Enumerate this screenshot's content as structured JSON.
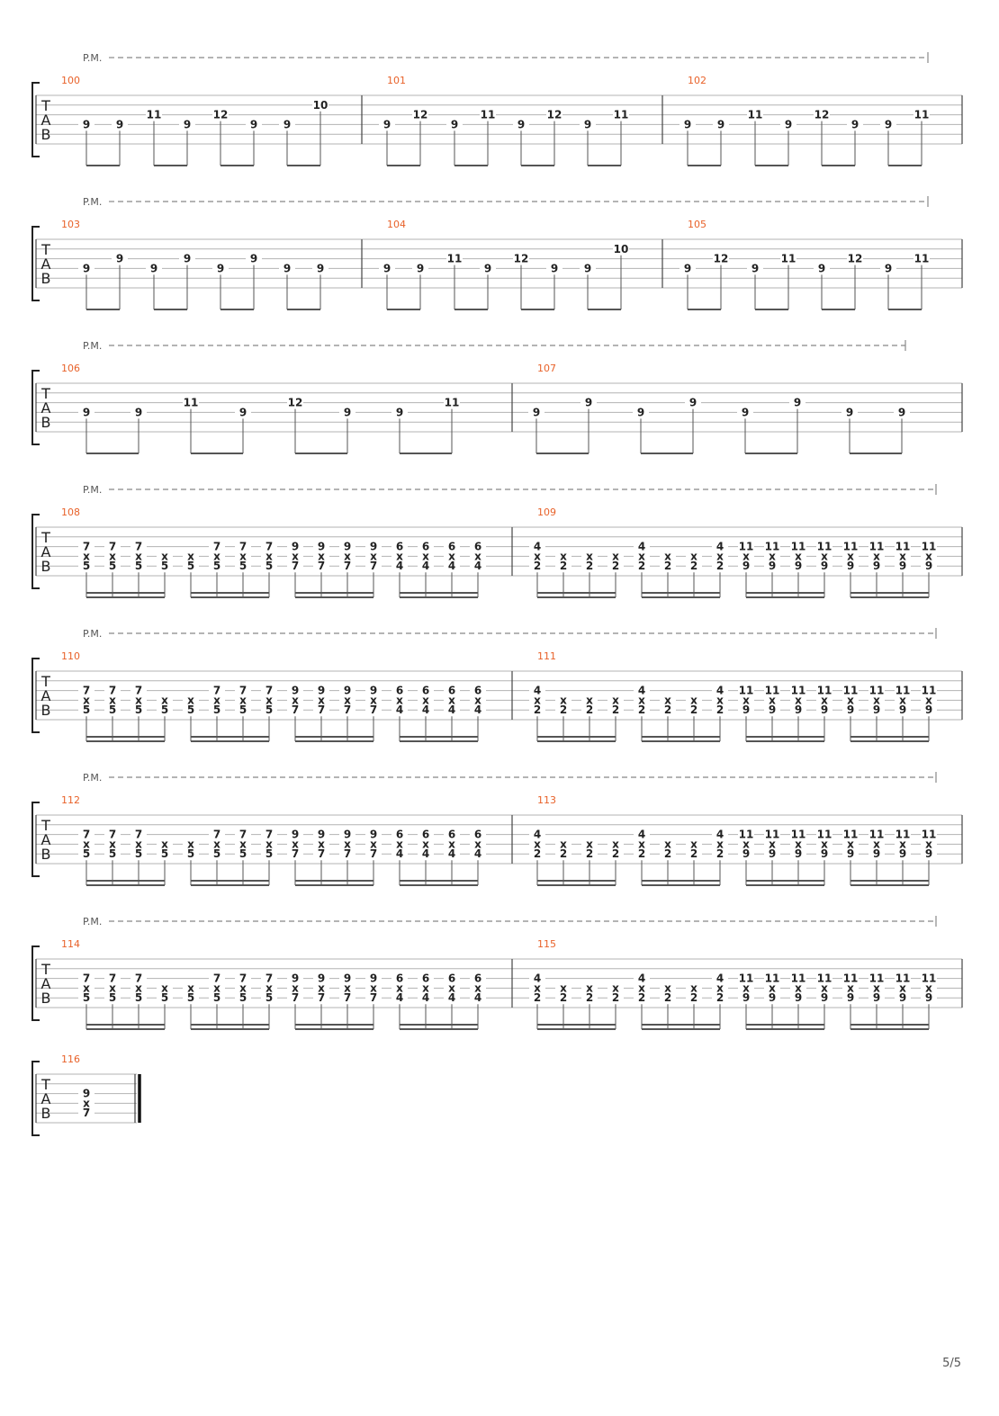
{
  "page_number": "5/5",
  "colors": {
    "bar_number": "#e8622a",
    "staff_line": "#b3b3b3",
    "ink": "#222222",
    "pm": "#555555"
  },
  "pm_label": "P.M.",
  "tab_letters": [
    "T",
    "A",
    "B"
  ],
  "systems": [
    {
      "palm_mute": true,
      "bars": [
        {
          "number": "100",
          "notes": [
            [
              "9"
            ],
            [
              "9"
            ],
            [
              "11"
            ],
            [
              "9"
            ],
            [
              "12"
            ],
            [
              "9"
            ],
            [
              "9"
            ],
            [
              "10"
            ]
          ],
          "strings": [
            4,
            4,
            3,
            4,
            3,
            4,
            4,
            2
          ]
        },
        {
          "number": "101",
          "notes": [
            [
              "9"
            ],
            [
              "12"
            ],
            [
              "9"
            ],
            [
              "11"
            ],
            [
              "9"
            ],
            [
              "12"
            ],
            [
              "9"
            ],
            [
              "11"
            ]
          ],
          "strings": [
            4,
            3,
            4,
            3,
            4,
            3,
            4,
            3
          ]
        },
        {
          "number": "102",
          "notes": [
            [
              "9"
            ],
            [
              "9"
            ],
            [
              "11"
            ],
            [
              "9"
            ],
            [
              "12"
            ],
            [
              "9"
            ],
            [
              "9"
            ],
            [
              "11"
            ]
          ],
          "strings": [
            4,
            4,
            3,
            4,
            3,
            4,
            4,
            3
          ]
        }
      ]
    },
    {
      "palm_mute": true,
      "bars": [
        {
          "number": "103",
          "notes": [
            [
              "9"
            ],
            [
              "9"
            ],
            [
              "9"
            ],
            [
              "9"
            ],
            [
              "9"
            ],
            [
              "9"
            ],
            [
              "9"
            ],
            [
              "9"
            ]
          ],
          "strings": [
            4,
            3,
            4,
            3,
            4,
            3,
            4,
            4
          ]
        },
        {
          "number": "104",
          "notes": [
            [
              "9"
            ],
            [
              "9"
            ],
            [
              "11"
            ],
            [
              "9"
            ],
            [
              "12"
            ],
            [
              "9"
            ],
            [
              "9"
            ],
            [
              "10"
            ]
          ],
          "strings": [
            4,
            4,
            3,
            4,
            3,
            4,
            4,
            2
          ]
        },
        {
          "number": "105",
          "notes": [
            [
              "9"
            ],
            [
              "12"
            ],
            [
              "9"
            ],
            [
              "11"
            ],
            [
              "9"
            ],
            [
              "12"
            ],
            [
              "9"
            ],
            [
              "11"
            ]
          ],
          "strings": [
            4,
            3,
            4,
            3,
            4,
            3,
            4,
            3
          ]
        }
      ]
    },
    {
      "palm_mute": true,
      "bars": [
        {
          "number": "106",
          "notes": [
            [
              "9"
            ],
            [
              "9"
            ],
            [
              "11"
            ],
            [
              "9"
            ],
            [
              "12"
            ],
            [
              "9"
            ],
            [
              "9"
            ],
            [
              "11"
            ]
          ],
          "strings": [
            4,
            4,
            3,
            4,
            3,
            4,
            4,
            3
          ]
        },
        {
          "number": "107",
          "notes": [
            [
              "9"
            ],
            [
              "9"
            ],
            [
              "9"
            ],
            [
              "9"
            ],
            [
              "9"
            ],
            [
              "9"
            ],
            [
              "9"
            ],
            [
              "9"
            ]
          ],
          "strings": [
            4,
            3,
            4,
            3,
            4,
            3,
            4,
            4
          ]
        }
      ]
    },
    {
      "palm_mute": true,
      "bars": [
        {
          "number": "108",
          "notes": [
            [
              "7",
              "x",
              "5"
            ],
            [
              "7",
              "x",
              "5"
            ],
            [
              "7",
              "x",
              "5"
            ],
            [
              "x",
              "5"
            ],
            [
              "x",
              "5"
            ],
            [
              "7",
              "x",
              "5"
            ],
            [
              "7",
              "x",
              "5"
            ],
            [
              "7",
              "x",
              "5"
            ],
            [
              "9",
              "x",
              "7"
            ],
            [
              "9",
              "x",
              "7"
            ],
            [
              "9",
              "x",
              "7"
            ],
            [
              "9",
              "x",
              "7"
            ],
            [
              "6",
              "x",
              "4"
            ],
            [
              "6",
              "x",
              "4"
            ],
            [
              "6",
              "x",
              "4"
            ],
            [
              "6",
              "x",
              "4"
            ]
          ]
        },
        {
          "number": "109",
          "notes": [
            [
              "4",
              "x",
              "2"
            ],
            [
              "x",
              "2"
            ],
            [
              "x",
              "2"
            ],
            [
              "x",
              "2"
            ],
            [
              "4",
              "x",
              "2"
            ],
            [
              "x",
              "2"
            ],
            [
              "x",
              "2"
            ],
            [
              "4",
              "x",
              "2"
            ],
            [
              "11",
              "x",
              "9"
            ],
            [
              "11",
              "x",
              "9"
            ],
            [
              "11",
              "x",
              "9"
            ],
            [
              "11",
              "x",
              "9"
            ],
            [
              "11",
              "x",
              "9"
            ],
            [
              "11",
              "x",
              "9"
            ],
            [
              "11",
              "x",
              "9"
            ],
            [
              "11",
              "x",
              "9"
            ]
          ]
        }
      ]
    },
    {
      "palm_mute": true,
      "bars": [
        {
          "number": "110",
          "notes": [
            [
              "7",
              "x",
              "5"
            ],
            [
              "7",
              "x",
              "5"
            ],
            [
              "7",
              "x",
              "5"
            ],
            [
              "x",
              "5"
            ],
            [
              "x",
              "5"
            ],
            [
              "7",
              "x",
              "5"
            ],
            [
              "7",
              "x",
              "5"
            ],
            [
              "7",
              "x",
              "5"
            ],
            [
              "9",
              "x",
              "7"
            ],
            [
              "9",
              "x",
              "7"
            ],
            [
              "9",
              "x",
              "7"
            ],
            [
              "9",
              "x",
              "7"
            ],
            [
              "6",
              "x",
              "4"
            ],
            [
              "6",
              "x",
              "4"
            ],
            [
              "6",
              "x",
              "4"
            ],
            [
              "6",
              "x",
              "4"
            ]
          ]
        },
        {
          "number": "111",
          "notes": [
            [
              "4",
              "x",
              "2"
            ],
            [
              "x",
              "2"
            ],
            [
              "x",
              "2"
            ],
            [
              "x",
              "2"
            ],
            [
              "4",
              "x",
              "2"
            ],
            [
              "x",
              "2"
            ],
            [
              "x",
              "2"
            ],
            [
              "4",
              "x",
              "2"
            ],
            [
              "11",
              "x",
              "9"
            ],
            [
              "11",
              "x",
              "9"
            ],
            [
              "11",
              "x",
              "9"
            ],
            [
              "11",
              "x",
              "9"
            ],
            [
              "11",
              "x",
              "9"
            ],
            [
              "11",
              "x",
              "9"
            ],
            [
              "11",
              "x",
              "9"
            ],
            [
              "11",
              "x",
              "9"
            ]
          ]
        }
      ]
    },
    {
      "palm_mute": true,
      "bars": [
        {
          "number": "112",
          "notes": [
            [
              "7",
              "x",
              "5"
            ],
            [
              "7",
              "x",
              "5"
            ],
            [
              "7",
              "x",
              "5"
            ],
            [
              "x",
              "5"
            ],
            [
              "x",
              "5"
            ],
            [
              "7",
              "x",
              "5"
            ],
            [
              "7",
              "x",
              "5"
            ],
            [
              "7",
              "x",
              "5"
            ],
            [
              "9",
              "x",
              "7"
            ],
            [
              "9",
              "x",
              "7"
            ],
            [
              "9",
              "x",
              "7"
            ],
            [
              "9",
              "x",
              "7"
            ],
            [
              "6",
              "x",
              "4"
            ],
            [
              "6",
              "x",
              "4"
            ],
            [
              "6",
              "x",
              "4"
            ],
            [
              "6",
              "x",
              "4"
            ]
          ]
        },
        {
          "number": "113",
          "notes": [
            [
              "4",
              "x",
              "2"
            ],
            [
              "x",
              "2"
            ],
            [
              "x",
              "2"
            ],
            [
              "x",
              "2"
            ],
            [
              "4",
              "x",
              "2"
            ],
            [
              "x",
              "2"
            ],
            [
              "x",
              "2"
            ],
            [
              "4",
              "x",
              "2"
            ],
            [
              "11",
              "x",
              "9"
            ],
            [
              "11",
              "x",
              "9"
            ],
            [
              "11",
              "x",
              "9"
            ],
            [
              "11",
              "x",
              "9"
            ],
            [
              "11",
              "x",
              "9"
            ],
            [
              "11",
              "x",
              "9"
            ],
            [
              "11",
              "x",
              "9"
            ],
            [
              "11",
              "x",
              "9"
            ]
          ]
        }
      ]
    },
    {
      "palm_mute": true,
      "bars": [
        {
          "number": "114",
          "notes": [
            [
              "7",
              "x",
              "5"
            ],
            [
              "7",
              "x",
              "5"
            ],
            [
              "7",
              "x",
              "5"
            ],
            [
              "x",
              "5"
            ],
            [
              "x",
              "5"
            ],
            [
              "7",
              "x",
              "5"
            ],
            [
              "7",
              "x",
              "5"
            ],
            [
              "7",
              "x",
              "5"
            ],
            [
              "9",
              "x",
              "7"
            ],
            [
              "9",
              "x",
              "7"
            ],
            [
              "9",
              "x",
              "7"
            ],
            [
              "9",
              "x",
              "7"
            ],
            [
              "6",
              "x",
              "4"
            ],
            [
              "6",
              "x",
              "4"
            ],
            [
              "6",
              "x",
              "4"
            ],
            [
              "6",
              "x",
              "4"
            ]
          ]
        },
        {
          "number": "115",
          "notes": [
            [
              "4",
              "x",
              "2"
            ],
            [
              "x",
              "2"
            ],
            [
              "x",
              "2"
            ],
            [
              "x",
              "2"
            ],
            [
              "4",
              "x",
              "2"
            ],
            [
              "x",
              "2"
            ],
            [
              "x",
              "2"
            ],
            [
              "4",
              "x",
              "2"
            ],
            [
              "11",
              "x",
              "9"
            ],
            [
              "11",
              "x",
              "9"
            ],
            [
              "11",
              "x",
              "9"
            ],
            [
              "11",
              "x",
              "9"
            ],
            [
              "11",
              "x",
              "9"
            ],
            [
              "11",
              "x",
              "9"
            ],
            [
              "11",
              "x",
              "9"
            ],
            [
              "11",
              "x",
              "9"
            ]
          ]
        }
      ]
    },
    {
      "palm_mute": false,
      "final": true,
      "bars": [
        {
          "number": "116",
          "notes": [
            [
              "9",
              "x",
              "7"
            ]
          ]
        }
      ]
    }
  ]
}
